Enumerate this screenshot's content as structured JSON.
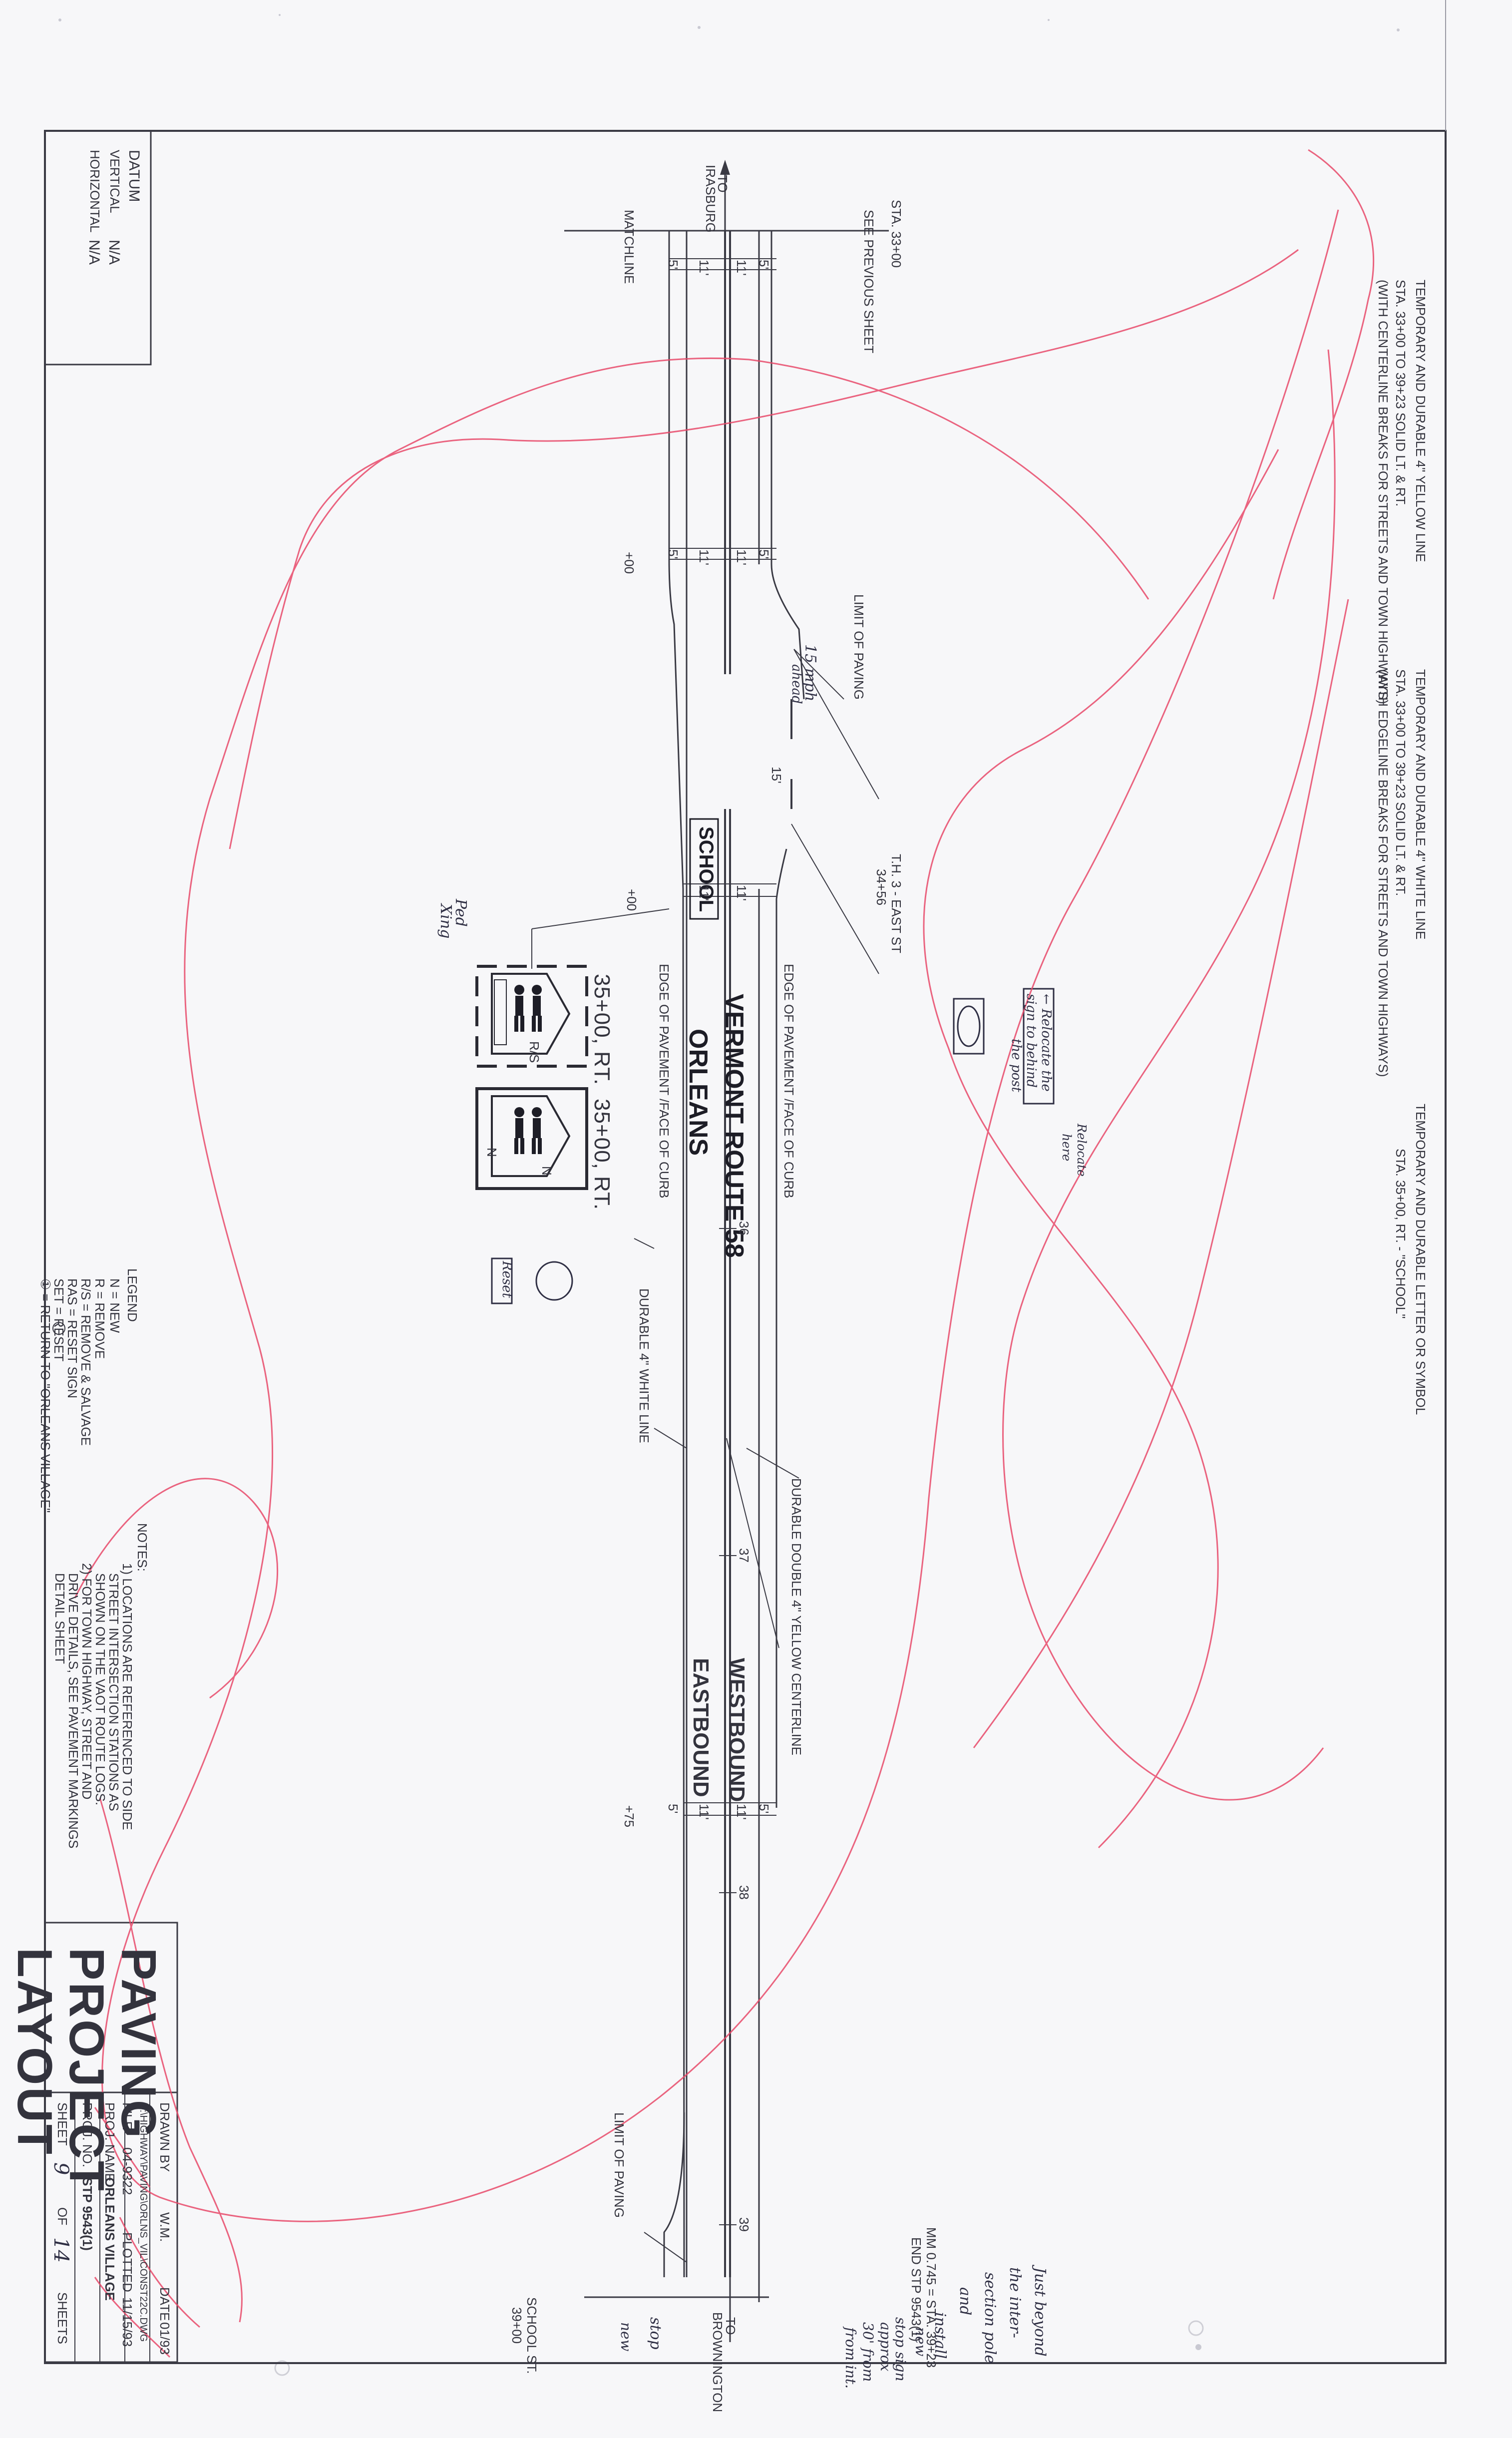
{
  "title_block": {
    "title_lines": [
      "PAVING",
      "PROJECT",
      "LAYOUT"
    ],
    "drawn_by": "DRAWN BY",
    "drawn_by_value": "W.M.",
    "date_label": "DATE",
    "date_value": "01/93",
    "file_label": "FILE",
    "file_path": "D:\\HIGHWAY\\PAVING\\ORLNS_VIL\\CONST22C.DWG",
    "file_value": "04-9322",
    "plotted_label": "PLOTTED",
    "plotted_value": "11/15/93",
    "proj_name_label": "PROJ. NAME",
    "proj_name": "ORLEANS VILLAGE",
    "proj_no_label": "PROJ. NO.",
    "proj_no": "STP 9543(1)",
    "sheet_label": "SHEET",
    "sheet_num": "9",
    "of_label": "OF",
    "sheet_total": "14",
    "sheets_label": "SHEETS"
  },
  "datum": {
    "title": "DATUM",
    "vertical_label": "VERTICAL",
    "vertical_value": "N/A",
    "horizontal_label": "HORIZONTAL",
    "horizontal_value": "N/A"
  },
  "notes_header": [
    "TEMPORARY AND DURABLE 4\" YELLOW LINE",
    "STA. 33+00 TO 39+23 SOLID LT. & RT.",
    "(WITH CENTERLINE BREAKS FOR STREETS AND TOWN HIGHWAYS)",
    "TEMPORARY AND DURABLE 4\" WHITE LINE",
    "STA. 33+00 TO 39+23 SOLID LT. & RT.",
    "(WITH EDGELINE BREAKS FOR STREETS AND TOWN HIGHWAYS)",
    "TEMPORARY AND DURABLE LETTER OR SYMBOL",
    "STA. 35+00, RT. - \"SCHOOL\""
  ],
  "legend": {
    "title": "LEGEND",
    "items": [
      "N = NEW",
      "R = REMOVE",
      "R/S = REMOVE & SALVAGE",
      "RAS = RESET SIGN",
      "SET = RESET",
      "① = RETURN TO \"ORLEANS VILLAGE\""
    ]
  },
  "notes": {
    "title": "NOTES:",
    "lines": [
      "1) LOCATIONS ARE REFERENCED TO SIDE",
      "STREET INTERSECTION STATIONS AS",
      "SHOWN ON THE VAOT ROUTE LOGS.",
      "2) FOR TOWN HIGHWAY, STREET AND",
      "DRIVE DETAILS, SEE PAVEMENT MARKINGS",
      "DETAIL SHEET"
    ]
  },
  "plan": {
    "to_irasburg": [
      "TO",
      "IRASBURG"
    ],
    "to_brownington": [
      "TO",
      "BROWNINGTON"
    ],
    "matchline": "MATCHLINE",
    "see_previous": "SEE PREVIOUS SHEET",
    "sta_start": "STA. 33+00",
    "plus00": "+00",
    "plus00b": "+00",
    "plus75": "+75",
    "limit_of_paving_top": "LIMIT OF PAVING",
    "limit_of_paving_bottom": "LIMIT OF PAVING",
    "school_marking": "SCHOOL",
    "east_st": [
      "T.H. 3 - EAST ST",
      "34+56"
    ],
    "route": "VERMONT ROUTE 58",
    "town": "ORLEANS",
    "westbound": "WESTBOUND",
    "eastbound": "EASTBOUND",
    "edge_left": "EDGE OF PAVEMENT /FACE OF CURB",
    "edge_right": "EDGE OF PAVEMENT /FACE OF CURB",
    "durable_white": "DURABLE 4\" WHITE LINE",
    "durable_yellow": "DURABLE DOUBLE 4\" YELLOW CENTERLINE",
    "station_ticks": [
      "36",
      "37",
      "38",
      "39"
    ],
    "sign1_sta": "35+00, RT.",
    "sign2_sta": "35+00, RT.",
    "sign_rs": "R/S",
    "sign_n1": "N",
    "sign_n2": "N",
    "end_mm": "MM 0.745 = STA. 39+23",
    "end_stp": "END STP 9543(1)",
    "school_st": [
      "SCHOOL ST.",
      "39+00"
    ],
    "widths_top": [
      "5'",
      "11'",
      "11'",
      "5'"
    ],
    "widths_mid": [
      "5'",
      "11'",
      "11'",
      "5'"
    ],
    "widths_sch": [
      "11'",
      "11'"
    ],
    "widths_bottom": [
      "5'",
      "11'",
      "11'",
      "5'"
    ],
    "dim_15": "15'"
  },
  "handwriting": {
    "note1": "15 mph",
    "note1b": "ahead",
    "note2": "Ped",
    "note2b": "Xing",
    "note3": [
      "← Relocate the",
      "sign to behind",
      "the post"
    ],
    "note4": [
      "Relocate",
      "here"
    ],
    "note5": "Reset",
    "note6": [
      "Just beyond",
      "the inter-",
      "section pole",
      "and",
      "install",
      "new",
      "stop sign",
      "approx",
      "30' from",
      "from int."
    ],
    "note7": "stop",
    "note8": "new"
  },
  "colors": {
    "paper": "#f7f7f9",
    "ink": "#2a2a33",
    "pen": "#e84a6a",
    "handwriting": "#2f2f44"
  }
}
